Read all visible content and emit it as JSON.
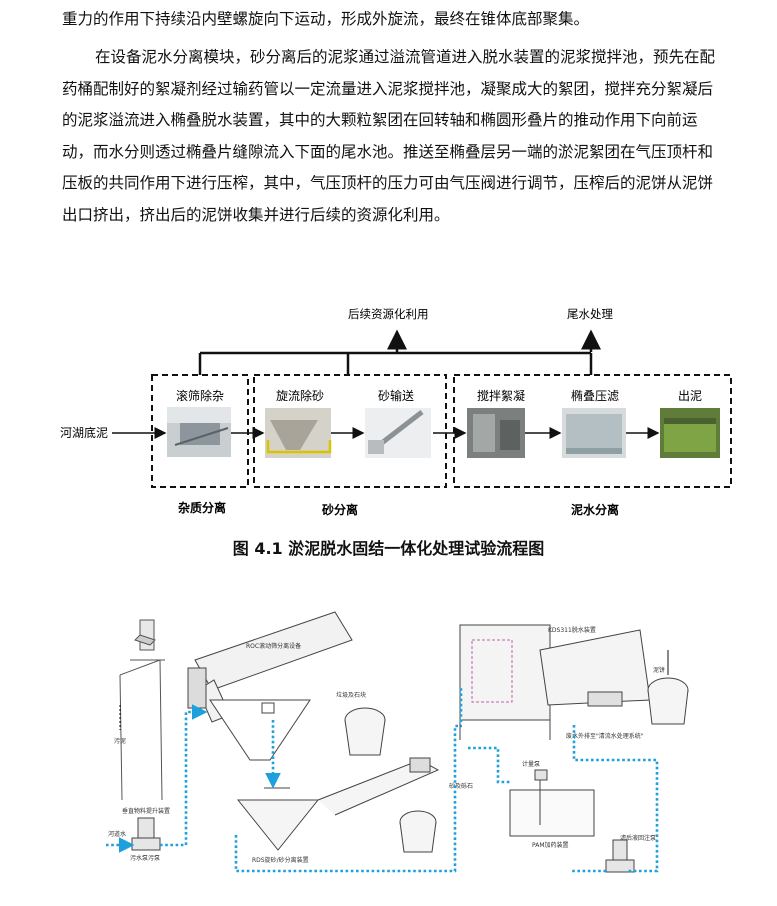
{
  "text": {
    "paragraph_1": "重力的作用下持续沿内壁螺旋向下运动，形成外旋流，最终在锥体底部聚集。",
    "paragraph_2": "在设备泥水分离模块，砂分离后的泥浆通过溢流管道进入脱水装置的泥浆搅拌池，预先在配药桶配制好的絮凝剂经过输药管以一定流量进入泥浆搅拌池，凝聚成大的絮团，搅拌充分絮凝后的泥浆溢流进入椭叠脱水装置，其中的大颗粒絮团在回转轴和椭圆形叠片的推动作用下向前运动，而水分则透过椭叠片缝隙流入下面的尾水池。推送至椭叠层另一端的淤泥絮团在气压顶杆和压板的共同作用下进行压榨，其中，气压顶杆的压力可由气压阀进行调节，压榨后的泥饼从泥饼出口挤出，挤出后的泥饼收集并进行后续的资源化利用。"
  },
  "flowchart": {
    "input": "河湖底泥",
    "out_resource": "后续资源化利用",
    "out_water": "尾水处理",
    "steps": {
      "screen": "滚筛除杂",
      "cyclone": "旋流除砂",
      "sand": "砂输送",
      "mix": "搅拌絮凝",
      "press": "椭叠压滤",
      "cake": "出泥"
    },
    "groups": {
      "impurity": "杂质分离",
      "sand": "砂分离",
      "water": "泥水分离"
    },
    "caption": "图 4.1  淤泥脱水固结一体化处理试验流程图"
  },
  "schematic": {
    "labels": {
      "roc": "ROC滚动筛分离设备",
      "kds": "KDS311脱水装置",
      "debris": "垃圾及石块",
      "cake": "泥饼",
      "mud": "污泥",
      "sediment_lift": "垂直物料提升装置",
      "wastewater": "废水外排至\"清流水处理系统\"",
      "river_water": "河道水",
      "pump": "污水泵污泵",
      "metering_pump": "计量泵",
      "sand_stone": "砂及砾石",
      "pam": "PAM加药装置",
      "rds": "RDS旋砂/砂分离装置",
      "transfer_pump": "滤后液回注泵"
    }
  },
  "colors": {
    "pipe": "#1ea0dc",
    "line": "#222222",
    "photo_bg": "#cfd6dc"
  }
}
